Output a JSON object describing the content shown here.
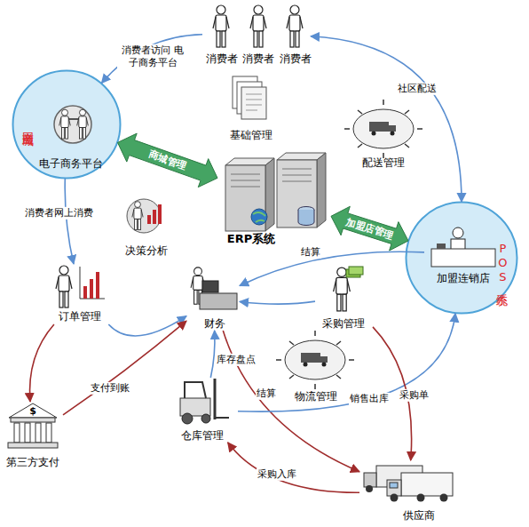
{
  "diagram": {
    "nodes": [
      {
        "text": [
          "消费者",
          "消费者",
          "消费者"
        ]
      },
      {
        "text": [
          "网上商城"
        ]
      },
      {
        "text": [
          "电子商务平台"
        ],
        "in": 1
      },
      {
        "text": [
          "ERP系统"
        ]
      },
      {
        "text": [
          "基础管理"
        ]
      },
      {
        "text": [
          "配送管理"
        ]
      },
      {
        "text": [
          "POS系统"
        ]
      },
      {
        "text": [
          "加盟连销店"
        ],
        "in": 6
      },
      {
        "text": [
          "决策分析"
        ]
      },
      {
        "text": [
          "订单管理"
        ]
      },
      {
        "text": [
          "财务"
        ]
      },
      {
        "text": [
          "采购管理"
        ]
      },
      {
        "text": [
          "物流管理"
        ]
      },
      {
        "text": [
          "第三方支付"
        ]
      },
      {
        "text": [
          "仓库管理"
        ]
      },
      {
        "text": [
          "供应商"
        ]
      }
    ],
    "edges": [
      {
        "from": 0,
        "to": 1,
        "label": "消费者访问 电子商务平台",
        "arrow": "to"
      },
      {
        "from": 1,
        "to": 3,
        "label": "商城管理",
        "arrow": "both"
      },
      {
        "from": 3,
        "to": 6,
        "label": "加盟店管理",
        "arrow": "both"
      },
      {
        "from": 6,
        "to": 0,
        "label": "社区配送",
        "arrow": "both"
      },
      {
        "from": 1,
        "to": 9,
        "label": "消费者网上消费",
        "arrow": "to"
      },
      {
        "from": 9,
        "to": 10,
        "arrow": "to"
      },
      {
        "from": 7,
        "to": 10,
        "label": "结算",
        "arrow": "to"
      },
      {
        "from": 11,
        "to": 10,
        "arrow": "to"
      },
      {
        "from": 9,
        "to": 13,
        "arrow": "to"
      },
      {
        "from": 13,
        "to": 10,
        "label": "支付到账",
        "arrow": "to"
      },
      {
        "from": 14,
        "to": 10,
        "label": "库存盘点",
        "arrow": "to"
      },
      {
        "from": 10,
        "to": 15,
        "label": "结算",
        "arrow": "to"
      },
      {
        "from": 14,
        "to": 6,
        "label": "销售出库",
        "arrow": "to"
      },
      {
        "from": 11,
        "to": 15,
        "label": "采购单",
        "arrow": "to"
      },
      {
        "from": 15,
        "to": 14,
        "label": "采购入库",
        "arrow": "to"
      }
    ],
    "labels": [
      "$"
    ]
  }
}
